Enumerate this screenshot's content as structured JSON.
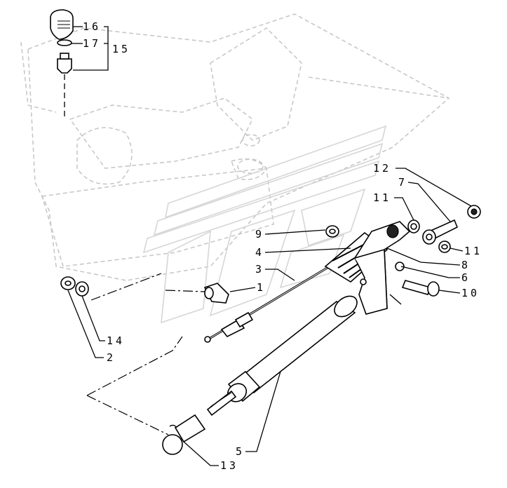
{
  "callouts": [
    {
      "id": "c1",
      "text": "1"
    },
    {
      "id": "c2",
      "text": "2"
    },
    {
      "id": "c3",
      "text": "3"
    },
    {
      "id": "c4",
      "text": "4"
    },
    {
      "id": "c5",
      "text": "5"
    },
    {
      "id": "c6",
      "text": "6"
    },
    {
      "id": "c7",
      "text": "7"
    },
    {
      "id": "c8",
      "text": "8"
    },
    {
      "id": "c9",
      "text": "9"
    },
    {
      "id": "c10",
      "text": "10"
    },
    {
      "id": "c11a",
      "text": "11"
    },
    {
      "id": "c11b",
      "text": "11"
    },
    {
      "id": "c12",
      "text": "12"
    },
    {
      "id": "c13",
      "text": "13"
    },
    {
      "id": "c14",
      "text": "14"
    },
    {
      "id": "c15",
      "text": "15"
    },
    {
      "id": "c16",
      "text": "16"
    },
    {
      "id": "c17",
      "text": "17"
    }
  ]
}
